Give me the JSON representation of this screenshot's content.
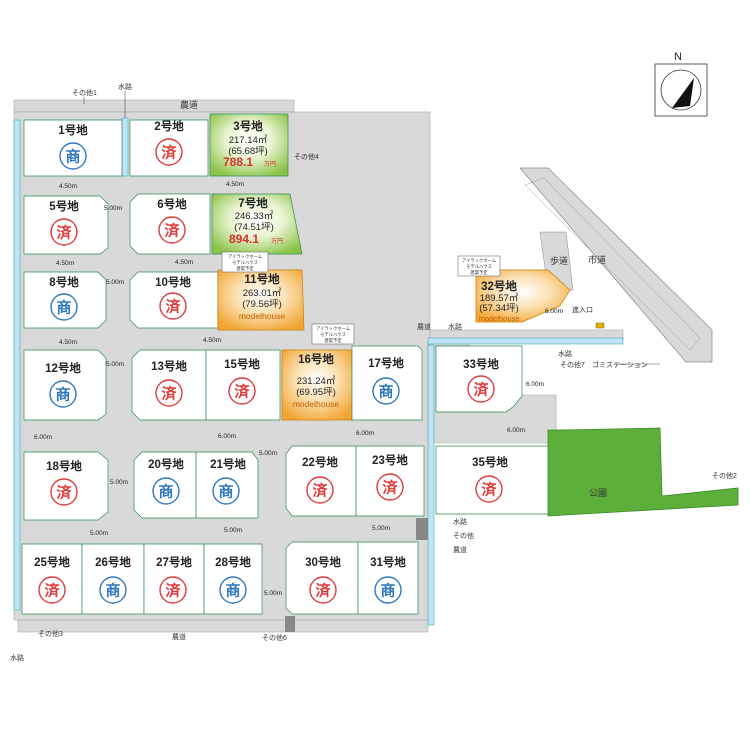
{
  "lots": [
    {
      "no": "1号地",
      "status": "商"
    },
    {
      "no": "2号地",
      "status": "済"
    },
    {
      "no": "3号地",
      "area": "217.14㎡",
      "tsubo": "(65.68坪)",
      "price": "788.1",
      "price_unit": "万円"
    },
    {
      "no": "5号地",
      "status": "済"
    },
    {
      "no": "6号地",
      "status": "済"
    },
    {
      "no": "7号地",
      "area": "246.33㎡",
      "tsubo": "(74.51坪)",
      "price": "894.1",
      "price_unit": "万円"
    },
    {
      "no": "8号地",
      "status": "商"
    },
    {
      "no": "10号地",
      "status": "済"
    },
    {
      "no": "11号地",
      "area": "263.01㎡",
      "tsubo": "(79.56坪)",
      "tag": "modelhouse"
    },
    {
      "no": "12号地",
      "status": "商"
    },
    {
      "no": "13号地",
      "status": "済"
    },
    {
      "no": "15号地",
      "status": "済"
    },
    {
      "no": "16号地",
      "area": "231.24㎡",
      "tsubo": "(69.95坪)",
      "tag": "modelhouse"
    },
    {
      "no": "17号地",
      "status": "商"
    },
    {
      "no": "18号地",
      "status": "済"
    },
    {
      "no": "20号地",
      "status": "商"
    },
    {
      "no": "21号地",
      "status": "商"
    },
    {
      "no": "22号地",
      "status": "済"
    },
    {
      "no": "23号地",
      "status": "済"
    },
    {
      "no": "25号地",
      "status": "済"
    },
    {
      "no": "26号地",
      "status": "商"
    },
    {
      "no": "27号地",
      "status": "済"
    },
    {
      "no": "28号地",
      "status": "商"
    },
    {
      "no": "30号地",
      "status": "済"
    },
    {
      "no": "31号地",
      "status": "商"
    },
    {
      "no": "32号地",
      "area": "189.57㎡",
      "tsubo": "(57.34坪)",
      "tag": "modelhouse"
    },
    {
      "no": "33号地",
      "status": "済"
    },
    {
      "no": "35号地",
      "status": "済"
    }
  ],
  "labels": {
    "north": "N",
    "farm_road": "農道",
    "waterway": "水路",
    "other1": "その他1",
    "other2": "その他2",
    "other3": "その他3",
    "other4": "その他4",
    "other6": "その他6",
    "other7": "その他7",
    "other": "その他",
    "park": "公園",
    "city_road": "市道",
    "sidewalk": "歩道",
    "entrance": "進入口",
    "garbage": "ゴミステーション"
  },
  "model_note": [
    "アイラックホーム",
    "モデルハウス",
    "建築予定"
  ],
  "widths": {
    "w450": "4.50m",
    "w500": "5.00m",
    "w600": "6.00m"
  },
  "colors": {
    "sold": "#e03a3a",
    "commercial": "#2f78bd",
    "for_sale": "#8cc34a",
    "model_house": "#f2a533",
    "road": "#d9d9d9",
    "waterway": "#bfe4f2",
    "park": "#5caf3a"
  }
}
